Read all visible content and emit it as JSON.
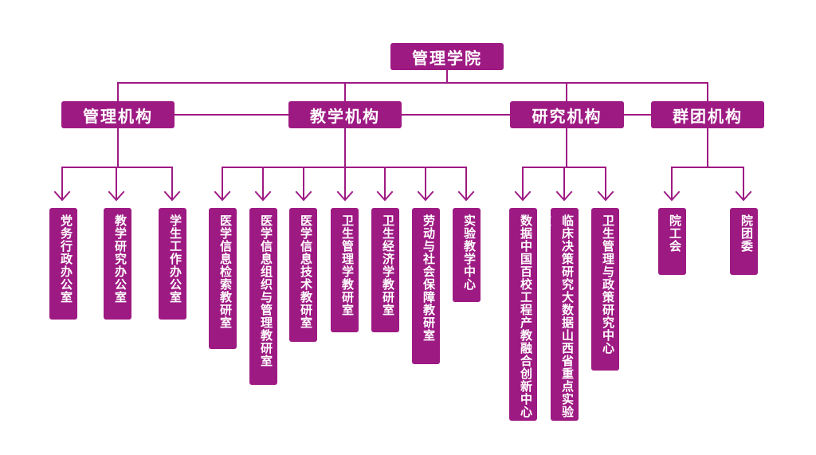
{
  "colors": {
    "primary": "#9e1a83",
    "text": "#ffffff"
  },
  "root": {
    "label": "管理学院"
  },
  "categories": [
    {
      "label": "管理机构",
      "units": [
        "党务行政办公室",
        "教学研究办公室",
        "学生工作办公室"
      ]
    },
    {
      "label": "教学机构",
      "units": [
        "医学信息检索教研室",
        "医学信息组织与管理教研室",
        "医学信息技术教研室",
        "卫生管理学教研室",
        "卫生经济学教研室",
        "劳动与社会保障教研室",
        "实验教学中心"
      ]
    },
    {
      "label": "研究机构",
      "units": [
        "数据中国百校工程产教融合创新中心",
        "临床决策研究大数据山西省重点实验室",
        "卫生管理与政策研究中心"
      ]
    },
    {
      "label": "群团机构",
      "units": [
        "院工会",
        "院团委"
      ]
    }
  ]
}
